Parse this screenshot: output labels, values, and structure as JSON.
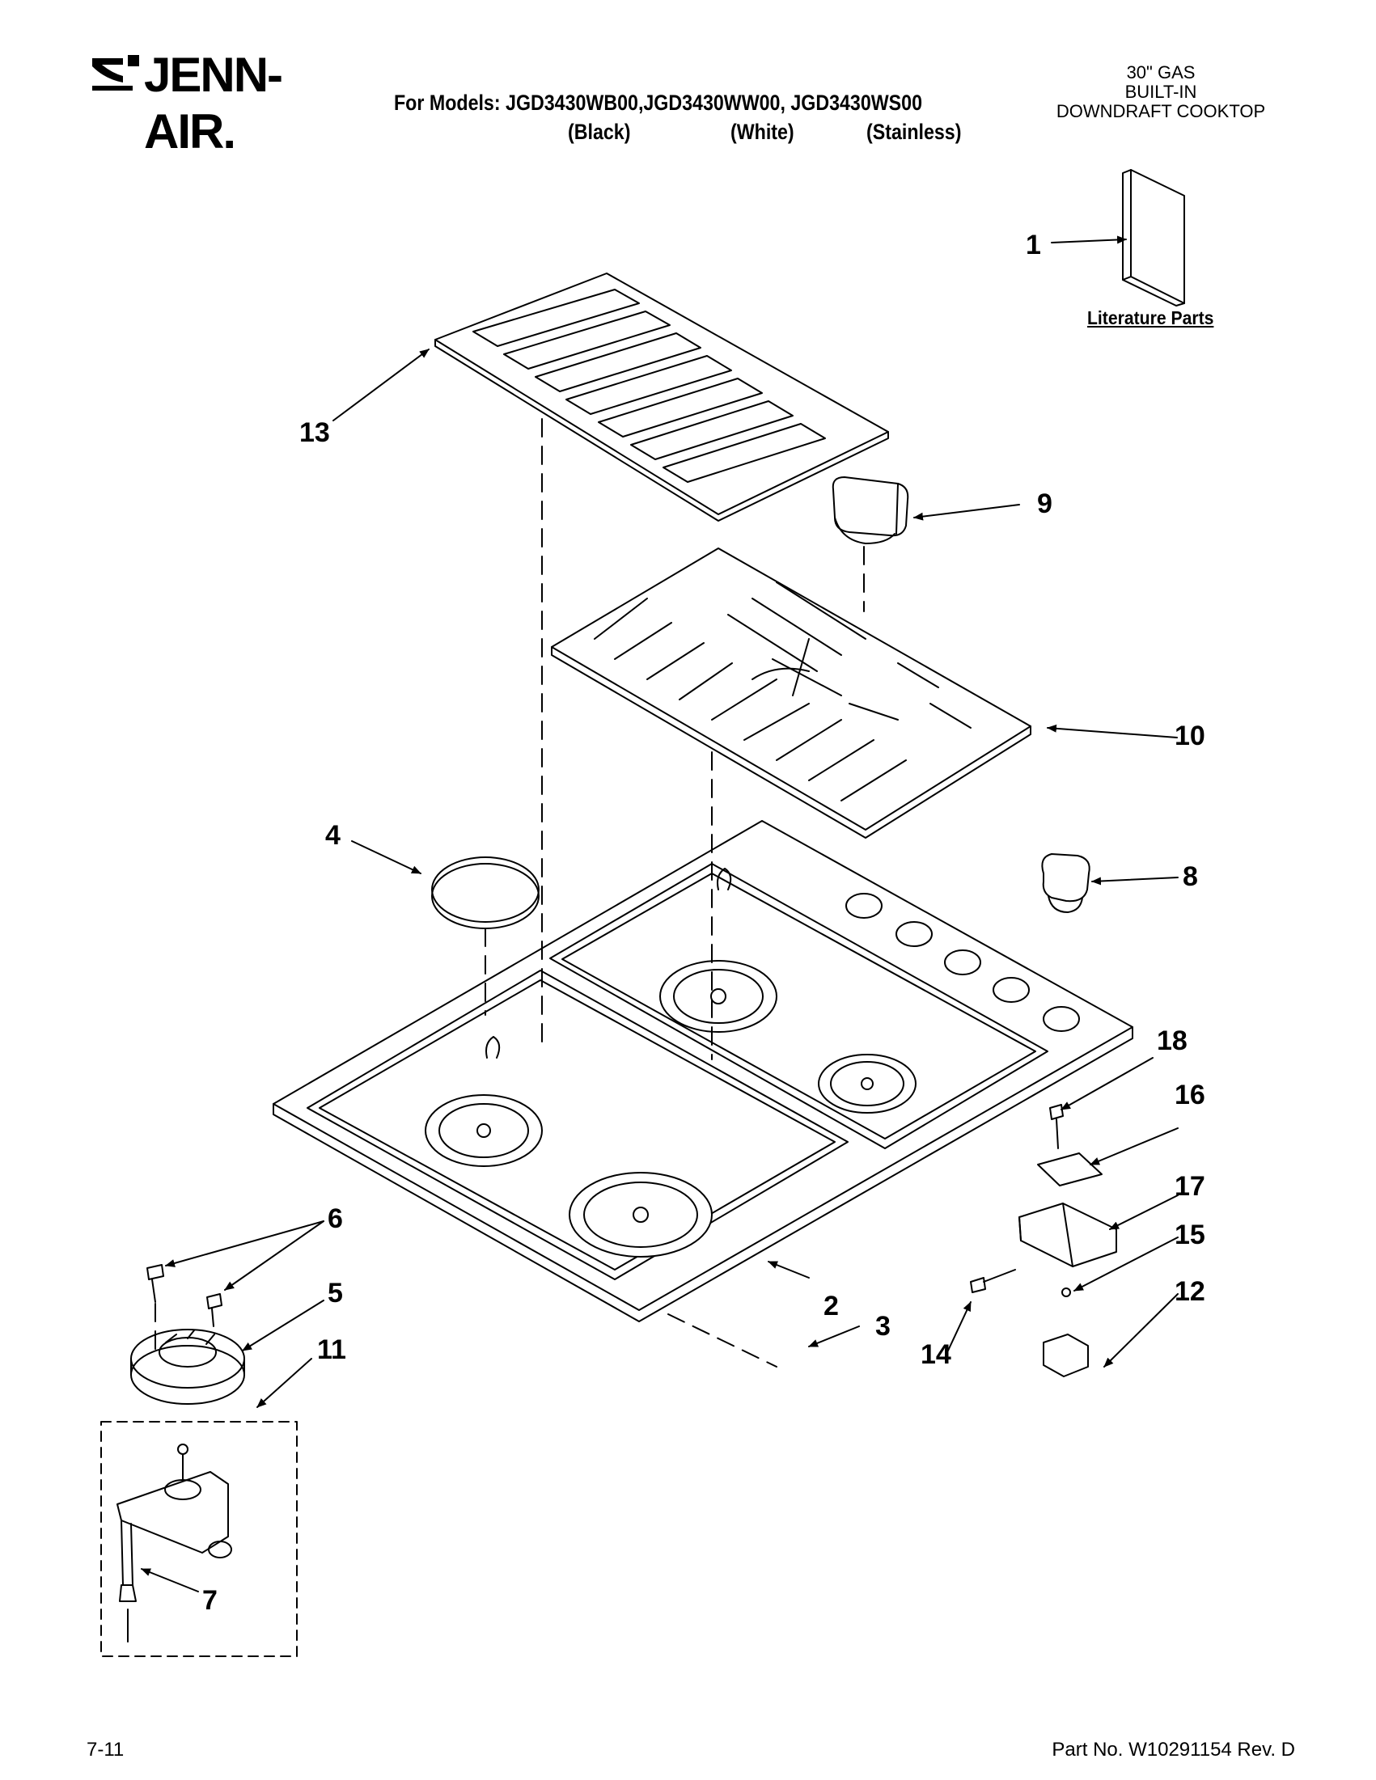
{
  "header": {
    "brand": "JENN-AIR.",
    "models_line": "For Models: JGD3430WB00,JGD3430WW00, JGD3430WS00",
    "variants": [
      "(Black)",
      "(White)",
      "(Stainless)"
    ],
    "product_lines": [
      "30\" GAS",
      "BUILT-IN",
      "DOWNDRAFT COOKTOP"
    ]
  },
  "literature_label": "Literature Parts",
  "callouts": [
    "1",
    "2",
    "3",
    "4",
    "5",
    "6",
    "7",
    "8",
    "9",
    "10",
    "11",
    "12",
    "13",
    "14",
    "15",
    "16",
    "17",
    "18"
  ],
  "footer": {
    "date_code": "7-11",
    "part_number": "Part No. W10291154 Rev. D"
  }
}
